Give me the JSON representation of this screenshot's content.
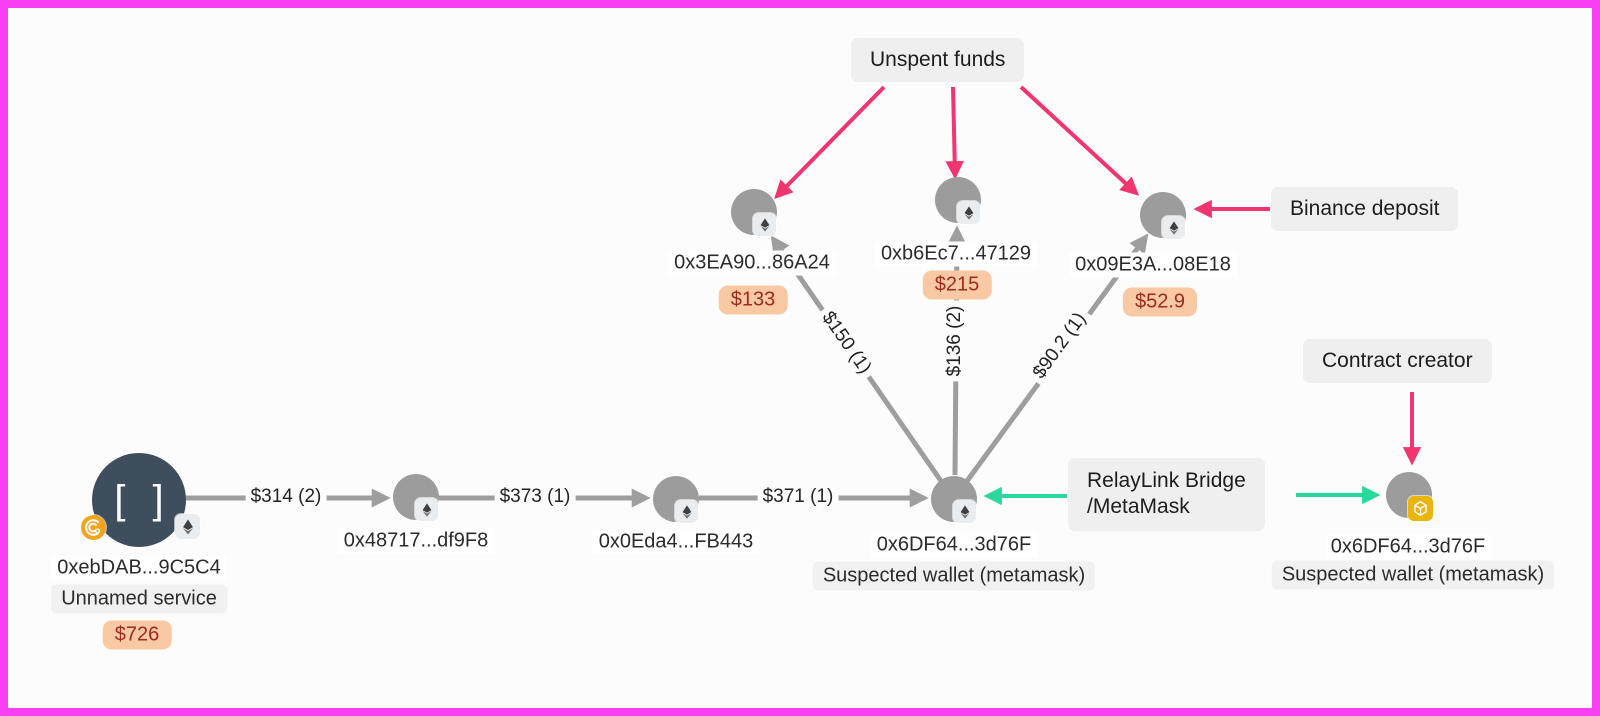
{
  "canvas": {
    "background": "#FCFCFC",
    "border_color": "#F93FF3"
  },
  "colors": {
    "edge_gray": "#9E9E9E",
    "arrow_pink": "#F1356E",
    "arrow_green": "#28D99C",
    "node_gray": "#9C9C9C",
    "node_dark": "#3E4E5C",
    "value_badge_bg": "#F8C9A2",
    "value_badge_text": "#9E2B20",
    "annotation_bg": "#EFEFEF",
    "bnb_badge_bg": "#E9B40B",
    "service_badge_bg": "#F5A31C"
  },
  "icons": {
    "service_glyph": "[ ]",
    "names": [
      "ethereum-icon",
      "bnb-chain-icon",
      "service-logo-icon",
      "brackets-icon"
    ]
  },
  "annotations": {
    "unspent_funds": {
      "label": "Unspent funds"
    },
    "binance_deposit": {
      "label": "Binance deposit"
    },
    "contract_creator": {
      "label": "Contract creator"
    },
    "relaylink_bridge": {
      "line1": "RelayLink Bridge",
      "line2": "/MetaMask"
    }
  },
  "nodes": {
    "unnamed_service": {
      "address": "0xebDAB...9C5C4",
      "name": "Unnamed service",
      "value": "$726"
    },
    "hop1": {
      "address": "0x48717...df9F8"
    },
    "hop2": {
      "address": "0x0Eda4...FB443"
    },
    "suspected_wallet_eth": {
      "address": "0x6DF64...3d76F",
      "name": "Suspected wallet (metamask)"
    },
    "suspected_wallet_bsc": {
      "address": "0x6DF64...3d76F",
      "name": "Suspected wallet (metamask)"
    },
    "unspent1": {
      "address": "0x3EA90...86A24",
      "value": "$133"
    },
    "unspent2": {
      "address": "0xb6Ec7...47129",
      "value": "$215"
    },
    "unspent3": {
      "address": "0x09E3A...08E18",
      "value": "$52.9"
    }
  },
  "edges": {
    "service_to_hop1": {
      "label": "$314 (2)"
    },
    "hop1_to_hop2": {
      "label": "$373 (1)"
    },
    "hop2_to_wallet": {
      "label": "$371 (1)"
    },
    "wallet_to_unspent1": {
      "label": "$150 (1)"
    },
    "wallet_to_unspent2": {
      "label": "$136 (2)"
    },
    "wallet_to_unspent3": {
      "label": "$90.2 (1)"
    }
  }
}
